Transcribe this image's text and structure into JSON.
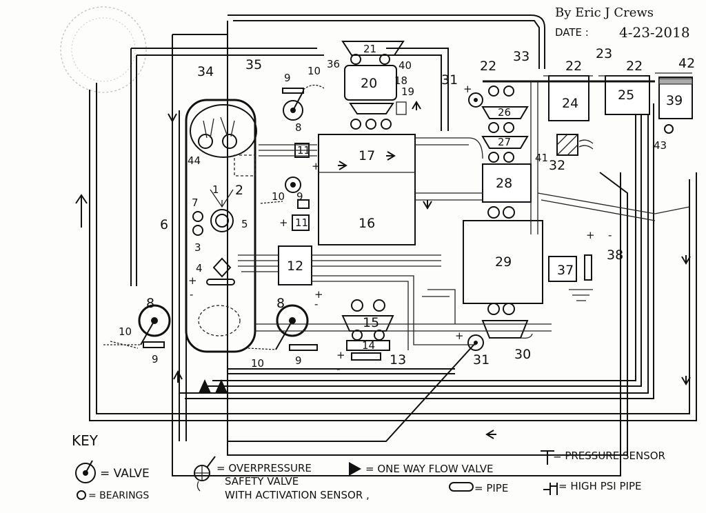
{
  "author": {
    "by": "By Eric J Crews",
    "date_label": "DATE :",
    "date_value": "4-23-2018"
  },
  "components": {
    "c1": "1",
    "c2": "2",
    "c3": "3",
    "c4": "4",
    "c5": "5",
    "c6": "6",
    "c7": "7",
    "c8a": "8",
    "c8b": "8",
    "c8c": "8",
    "c9a": "9",
    "c9b": "9",
    "c9c": "9",
    "c9d": "9",
    "c10a": "10",
    "c10b": "10",
    "c10c": "10",
    "c10d": "10",
    "c11a": "11",
    "c11b": "11",
    "c12": "12",
    "c13": "13",
    "c14": "14",
    "c15": "15",
    "c16": "16",
    "c17": "17",
    "c18": "18",
    "c19": "19",
    "c20": "20",
    "c21": "21",
    "c22a": "22",
    "c22b": "22",
    "c22c": "22",
    "c23": "23",
    "c24": "24",
    "c25": "25",
    "c26": "26",
    "c27": "27",
    "c28": "28",
    "c29": "29",
    "c30": "30",
    "c31a": "31",
    "c31b": "31",
    "c32": "32",
    "c33": "33",
    "c34": "34",
    "c35": "35",
    "c36": "36",
    "c37": "37",
    "c38": "38",
    "c39": "39",
    "c40": "40",
    "c41": "41",
    "c42": "42",
    "c43": "43",
    "c44": "44"
  },
  "key": {
    "title": "KEY",
    "valve": "= VALVE",
    "bearings": "= BEARINGS",
    "overpressure_1": "= OVERPRESSURE",
    "overpressure_2": "SAFETY VALVE",
    "overpressure_3": "WITH ACTIVATION SENSOR ,",
    "one_way": "= ONE WAY FLOW VALVE",
    "pressure_sensor": "= PRESSURE SENSOR",
    "pipe": "= PIPE",
    "high_psi": "= HIGH PSI PIPE"
  }
}
